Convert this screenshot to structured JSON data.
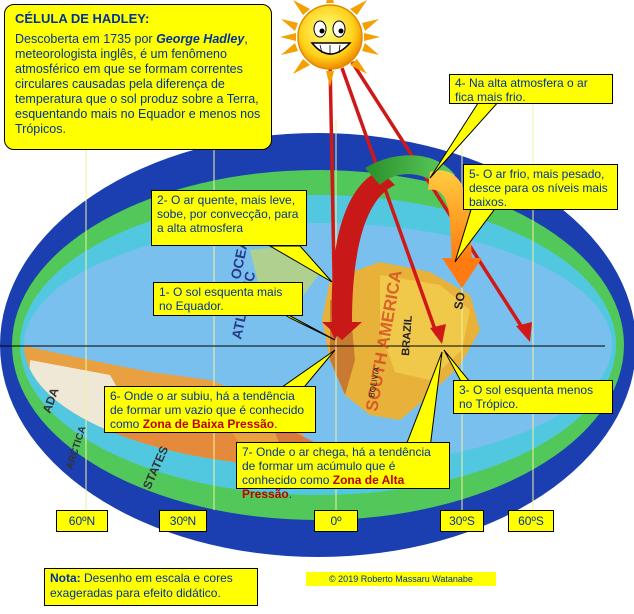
{
  "title": "CÉLULA DE HADLEY:",
  "intro": {
    "before": "Descoberta em 1735 por ",
    "name": "George Hadley",
    "after": ", meteorologista inglês, é um fenômeno atmosférico em que se formam correntes circulares causadas pela diferença de temperatura  que o sol produz sobre a Terra,  esquentando mais no Equador e menos nos Trópicos."
  },
  "steps": {
    "s1": "1- O sol esquenta mais no Equador.",
    "s2": "2- O ar quente, mais leve, sobe, por convecção, para a alta atmosfera",
    "s3": "3- O sol esquenta menos no Trópico.",
    "s4": "4- Na alta atmosfera o ar fica mais frio.",
    "s5": "5- O ar frio, mais pesado, desce para os níveis mais baixos.",
    "s6": {
      "text": "6- Onde o ar subiu, há a tendência de formar um vazio que é conhecido como ",
      "zone": "Zona de Baixa Pressão",
      "end": "."
    },
    "s7": {
      "text": "7- Onde o ar chega, há a tendência de formar um acúmulo que é conhecido como ",
      "zone": "Zona de Alta Pressão",
      "end": "."
    }
  },
  "latitudes": [
    "60ºN",
    "30ºN",
    "0º",
    "30ºS",
    "60ºS"
  ],
  "note": {
    "label": "Nota:",
    "text": " Desenho em escala e cores exageradas para efeito didático."
  },
  "copyright": "©  2019 Roberto Massaru Watanabe",
  "map_labels": {
    "south_america": "SOUTH AMERICA",
    "brazil": "BRAZIL",
    "bolivia": "BOLIVIA",
    "atlantic": "ATLANTIC",
    "ocean": "OCEAN",
    "states": "STATES",
    "ada": "ADA",
    "arctica": "ARCTICA",
    "so": "SO"
  },
  "colors": {
    "outer_ring": "#1b3fb0",
    "green_ring": "#52c85a",
    "cyan_ring": "#52c8e0",
    "ocean": "#7ac0ee",
    "highlight": "#ffff00",
    "text_blue": "#003399",
    "arrow_red": "#cc1010",
    "arrow_orange": "#ff9a20"
  },
  "icons": [
    "sun-icon"
  ]
}
